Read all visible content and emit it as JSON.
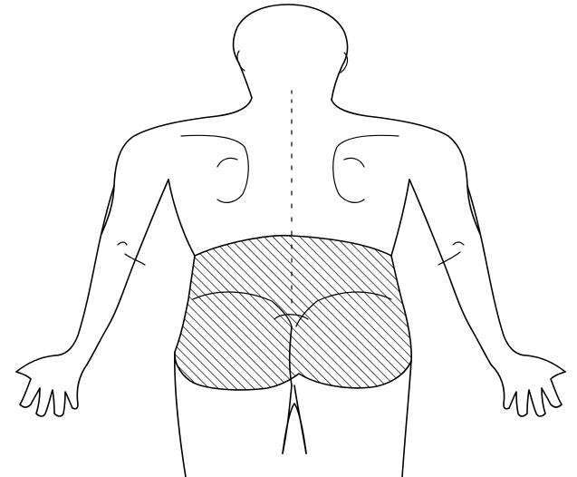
{
  "figure": {
    "subject": "posterior-human-body",
    "highlighted_region": "lower-back-and-buttocks",
    "highlight_style": "diagonal-hatching",
    "colors": {
      "line": "#000000",
      "background": "#ffffff"
    }
  }
}
